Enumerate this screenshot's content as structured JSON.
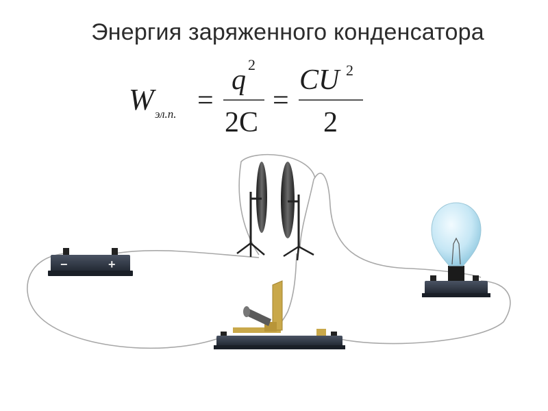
{
  "title": "Энергия заряженного конденсатора",
  "formula": {
    "W": "W",
    "subscript": "эл.п.",
    "eq1": "=",
    "q": "q",
    "exp1": "2",
    "den1": "2C",
    "eq2": "=",
    "CU": "CU",
    "exp2": "2",
    "den2": "2"
  },
  "battery": {
    "minus": "−",
    "plus": "+"
  },
  "colors": {
    "text": "#2c2c2c",
    "wire": "#a8a8a8",
    "base": "#2e3542",
    "brass": "#c9a84a",
    "bulb": "#bfe3f2"
  }
}
